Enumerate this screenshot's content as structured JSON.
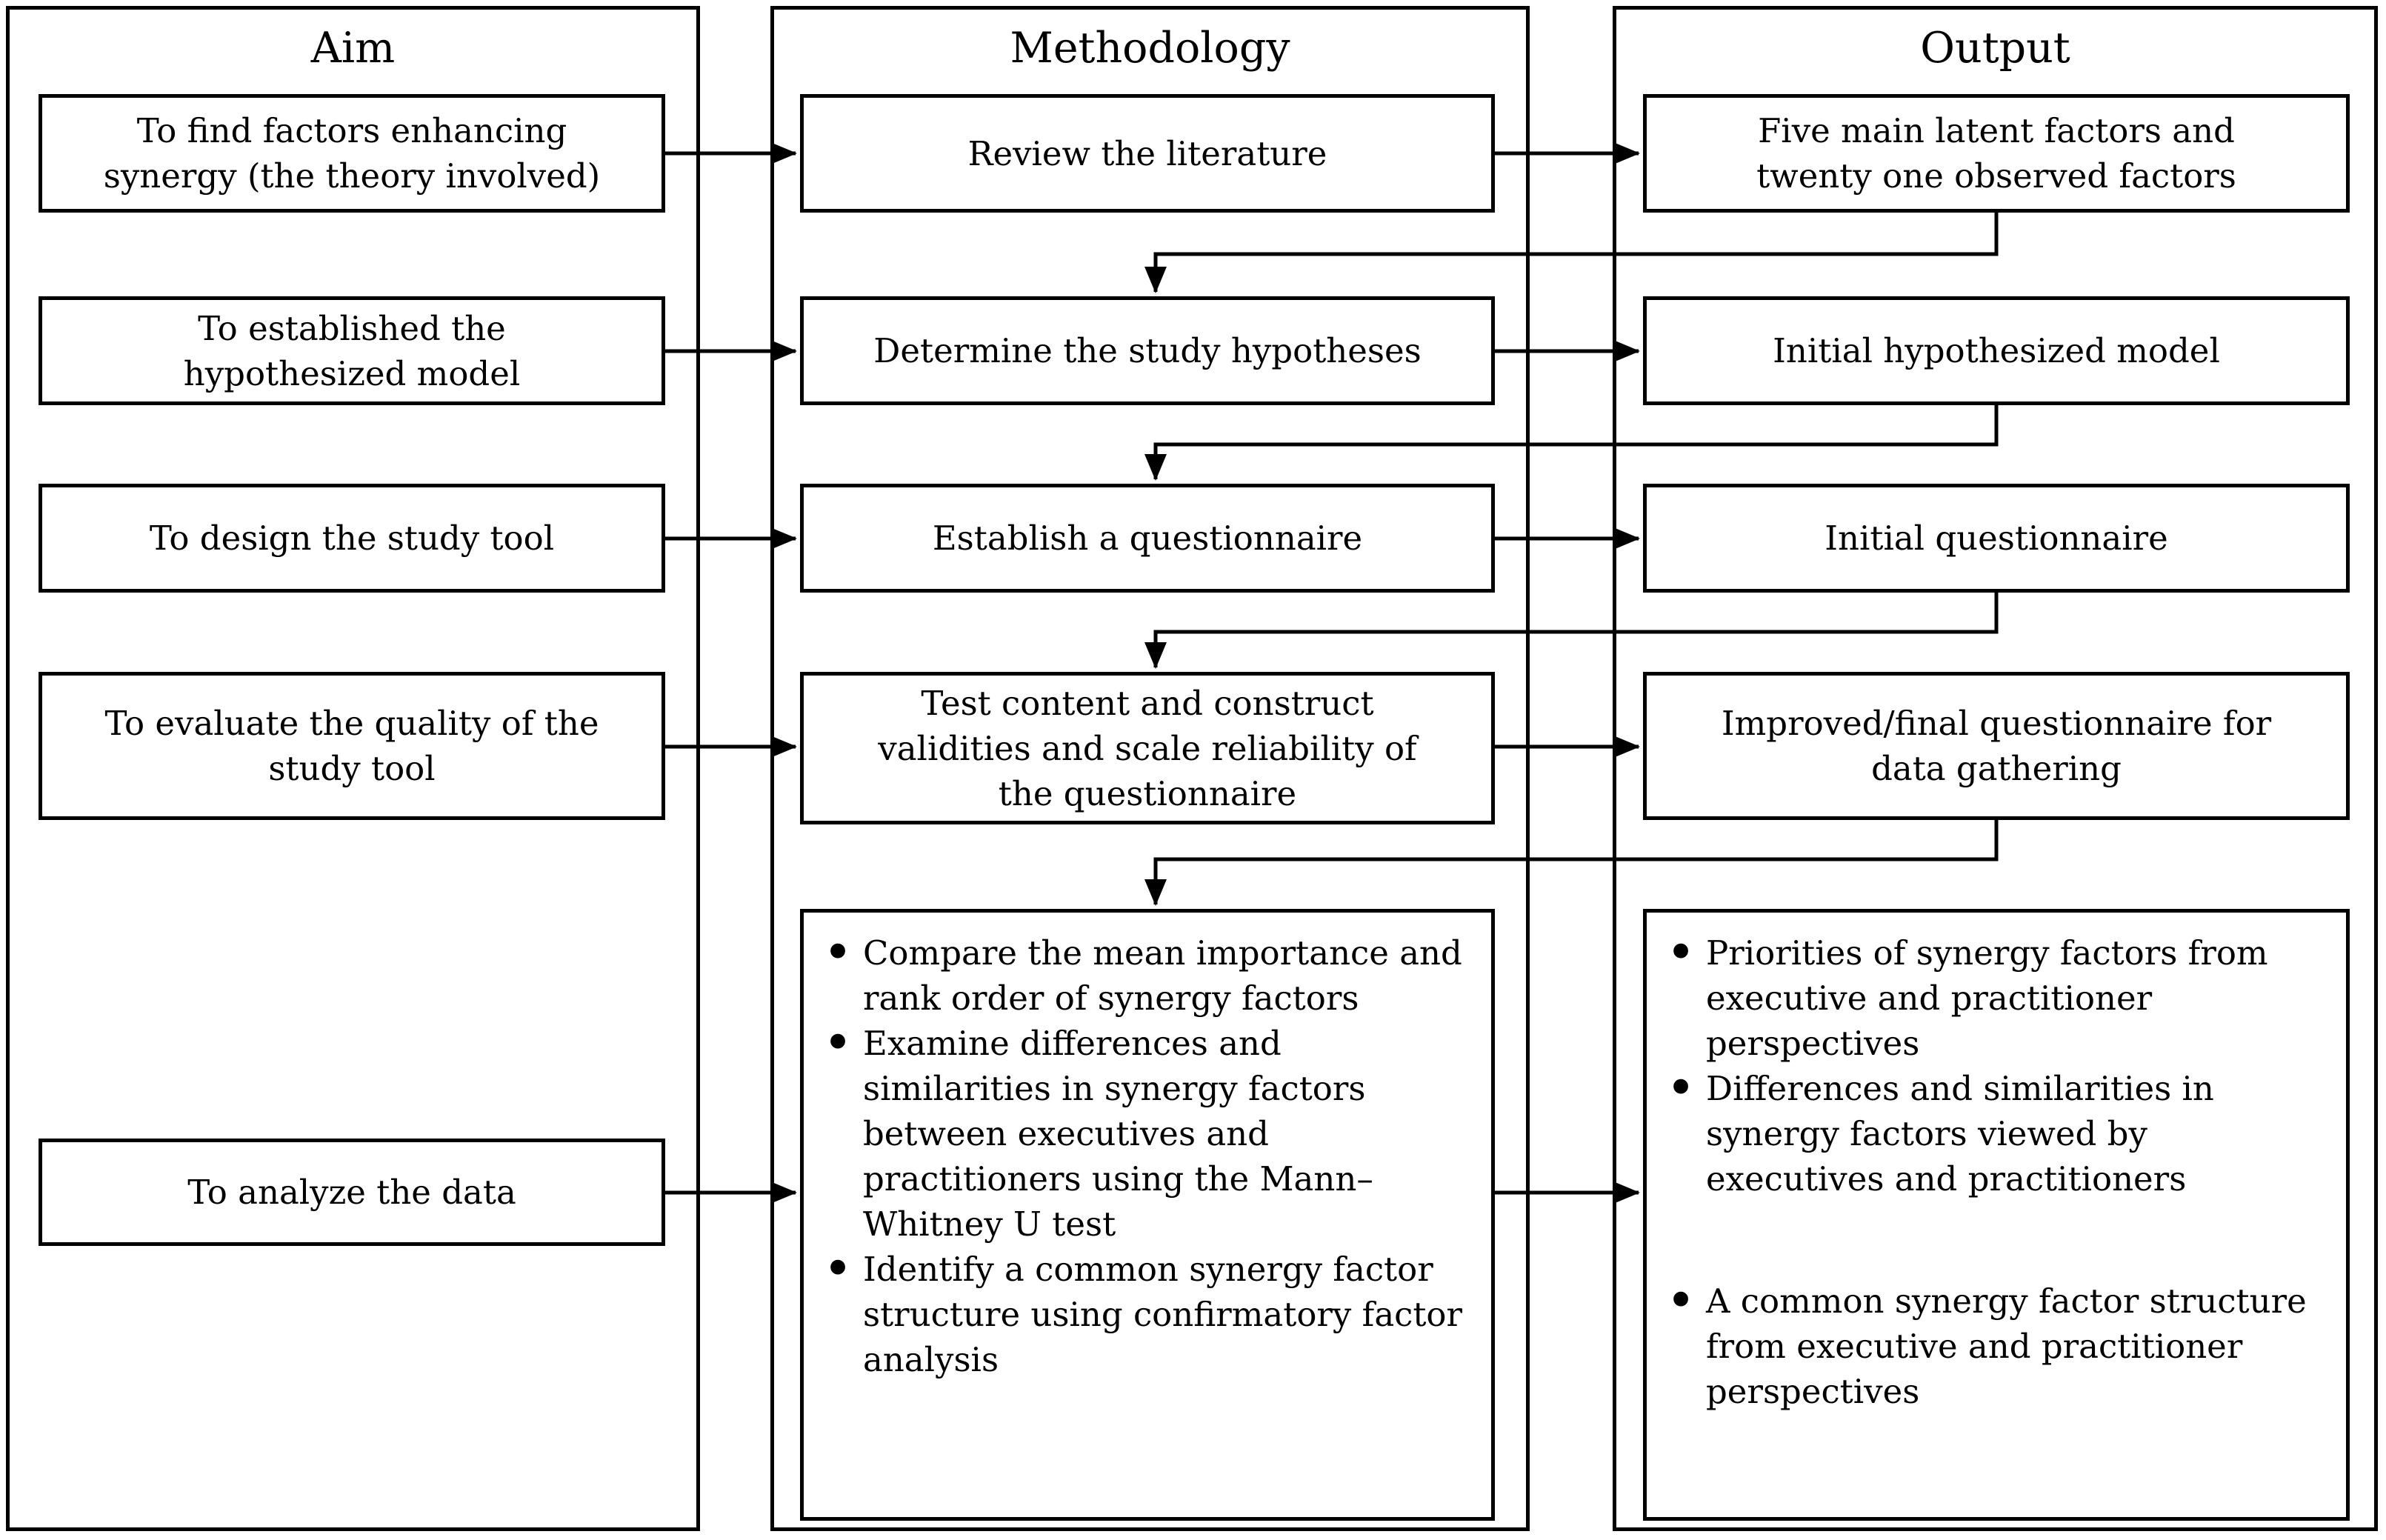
{
  "diagram": {
    "title_semantics": "Research design flowchart",
    "colors": {
      "line": "#000000",
      "background": "#ffffff",
      "text": "#000000"
    },
    "columns": [
      {
        "header": "Aim",
        "boxes": [
          "To find factors enhancing synergy (the theory involved)",
          "To established the hypothesized model",
          "To design the study tool",
          "To evaluate the quality of the study tool",
          "To analyze the data"
        ]
      },
      {
        "header": "Methodology",
        "boxes": [
          "Review the literature",
          "Determine the study hypotheses",
          "Establish a questionnaire",
          "Test content and construct validities and scale reliability of the questionnaire"
        ],
        "bullets": [
          "Compare the mean importance and rank order of synergy factors",
          "Examine differences and similarities in synergy factors between executives and practitioners using the Mann–Whitney U test",
          "Identify a common synergy factor structure using confirmatory factor analysis"
        ]
      },
      {
        "header": "Output",
        "boxes": [
          "Five main latent factors and twenty one observed factors",
          "Initial hypothesized model",
          "Initial questionnaire",
          "Improved/final questionnaire for data gathering"
        ],
        "bullets": [
          "Priorities of synergy factors from executive and practitioner perspectives",
          "Differences and similarities in synergy factors viewed by executives and practitioners",
          "A common synergy factor structure from executive and practitioner perspectives"
        ]
      }
    ]
  }
}
